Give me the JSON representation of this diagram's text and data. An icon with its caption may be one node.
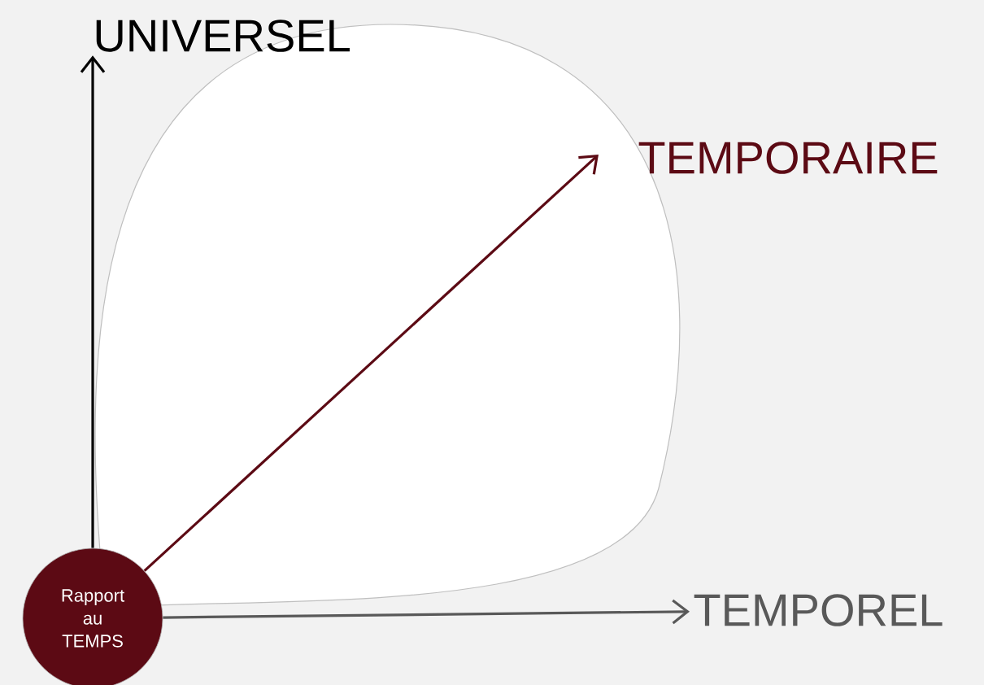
{
  "diagram": {
    "nodes": [
      {
        "text": [
          "Rapport au TEMPS"
        ]
      },
      {
        "text": [
          "UNIVERSEL"
        ]
      },
      {
        "text": [
          "TEMPORAIRE"
        ]
      },
      {
        "text": [
          "TEMPOREL"
        ]
      }
    ],
    "edges": [
      {
        "from": 0,
        "to": 1,
        "arrow": "to"
      },
      {
        "from": 0,
        "to": 2,
        "arrow": "to",
        "color": "#5c0a14"
      },
      {
        "from": 0,
        "to": 3,
        "arrow": "to",
        "color": "#595959"
      }
    ]
  }
}
